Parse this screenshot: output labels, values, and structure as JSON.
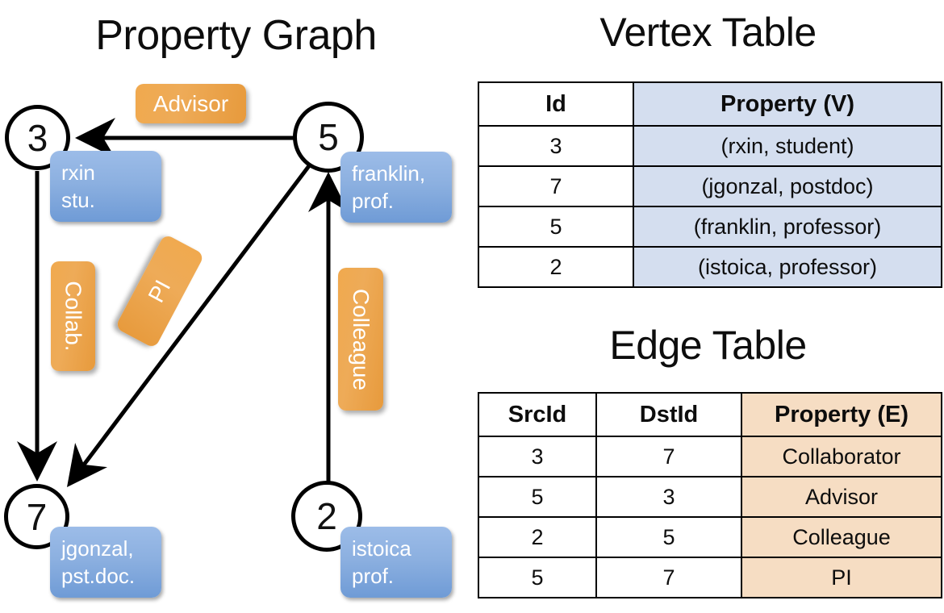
{
  "titles": {
    "property_graph": "Property Graph",
    "vertex_table": "Vertex Table",
    "edge_table": "Edge Table"
  },
  "graph": {
    "nodes": [
      {
        "id": "3",
        "property_lines": [
          "rxin",
          "stu."
        ]
      },
      {
        "id": "5",
        "property_lines": [
          "franklin,",
          "prof."
        ]
      },
      {
        "id": "7",
        "property_lines": [
          "jgonzal,",
          "pst.doc."
        ]
      },
      {
        "id": "2",
        "property_lines": [
          "istoica",
          "prof."
        ]
      }
    ],
    "edge_labels": [
      {
        "text": "Advisor",
        "from": "5",
        "to": "3"
      },
      {
        "text": "Collab.",
        "from": "3",
        "to": "7"
      },
      {
        "text": "PI",
        "from": "5",
        "to": "7"
      },
      {
        "text": "Colleague",
        "from": "2",
        "to": "5"
      }
    ]
  },
  "vertex_table": {
    "columns": [
      "Id",
      "Property (V)"
    ],
    "rows": [
      [
        "3",
        "(rxin, student)"
      ],
      [
        "7",
        "(jgonzal, postdoc)"
      ],
      [
        "5",
        "(franklin, professor)"
      ],
      [
        "2",
        "(istoica, professor)"
      ]
    ]
  },
  "edge_table": {
    "columns": [
      "SrcId",
      "DstId",
      "Property (E)"
    ],
    "rows": [
      [
        "3",
        "7",
        "Collaborator"
      ],
      [
        "5",
        "3",
        "Advisor"
      ],
      [
        "2",
        "5",
        "Colleague"
      ],
      [
        "5",
        "7",
        "PI"
      ]
    ]
  },
  "colors": {
    "vertex_property_fill": "#d4deef",
    "edge_property_fill": "#f6ddc3",
    "node_box_blue": "#8cb0e0",
    "edge_label_orange": "#eeab58",
    "stroke": "#000000"
  }
}
